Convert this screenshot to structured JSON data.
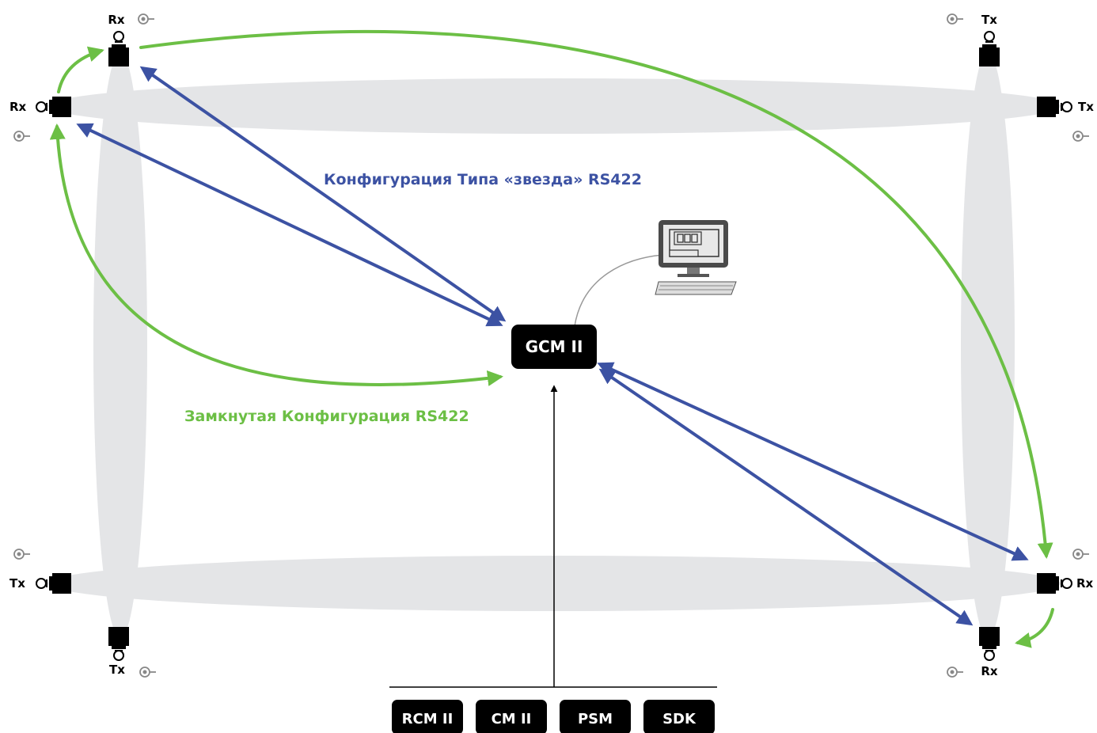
{
  "colors": {
    "beam": "#e4e5e7",
    "star_link": "#3c52a3",
    "ring_link": "#6cbf45",
    "module_fill": "#000000",
    "module_text": "#ffffff"
  },
  "labels": {
    "star_config": "Конфигурация Типа «звезда» RS422",
    "ring_config": "Замкнутая Конфигурация RS422"
  },
  "controller": {
    "label": "GCM II"
  },
  "computer": {
    "icon": "computer-icon",
    "screen_text": "▯▯▯"
  },
  "modules": [
    "RCM II",
    "CM II",
    "PSM",
    "SDK"
  ],
  "devices": {
    "tl_top": "Rx",
    "tl_left": "Rx",
    "tr_top": "Tx",
    "tr_right": "Tx",
    "bl_left": "Tx",
    "bl_bottom": "Tx",
    "br_right": "Rx",
    "br_bottom": "Rx"
  }
}
